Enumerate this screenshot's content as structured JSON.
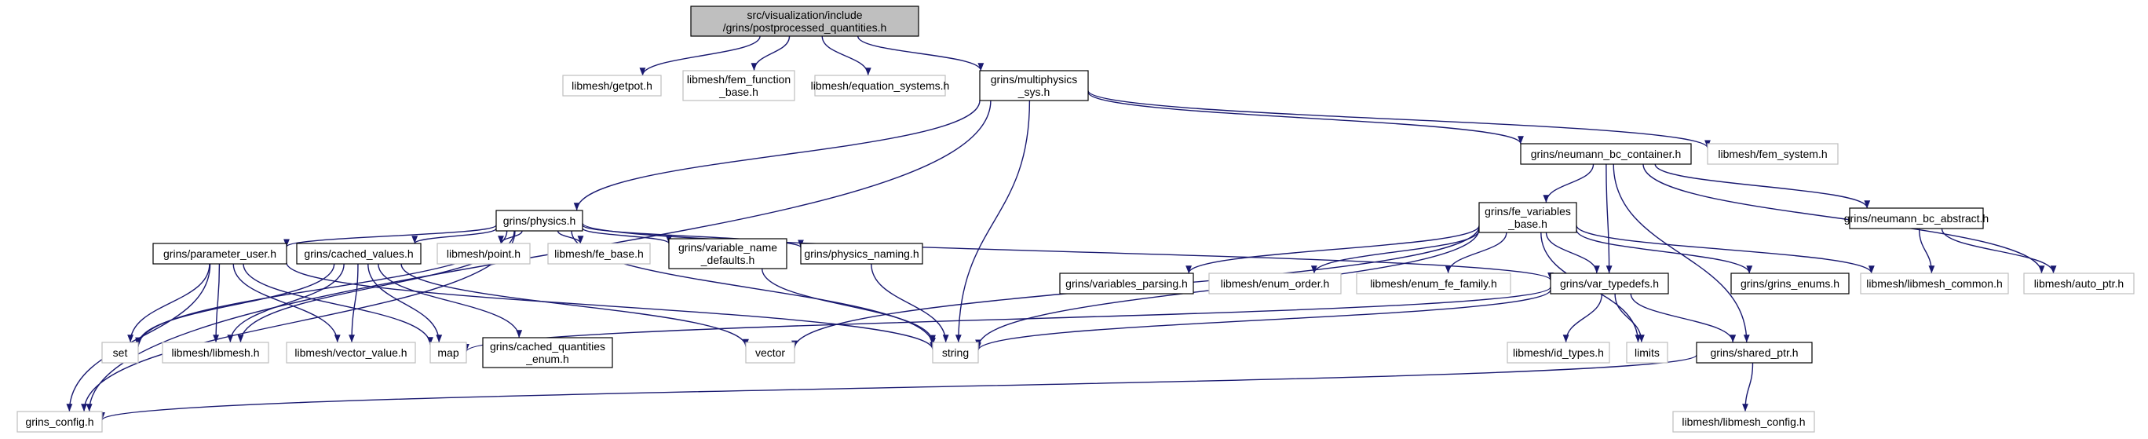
{
  "graph": {
    "title": "",
    "colors": {
      "edge": "#191970",
      "root_fill": "#bfbfbf",
      "local_stroke": "#000000",
      "external_stroke": "#bfbfbf",
      "external_text": "#404040"
    },
    "nodes": [
      {
        "id": "root",
        "lines": [
          "src/visualization/include",
          "/grins/postprocessed_quantities.h"
        ],
        "kind": "root"
      },
      {
        "id": "getpot",
        "lines": [
          "libmesh/getpot.h"
        ],
        "kind": "external"
      },
      {
        "id": "femfunc",
        "lines": [
          "libmesh/fem_function",
          "_base.h"
        ],
        "kind": "external"
      },
      {
        "id": "eqsys",
        "lines": [
          "libmesh/equation_systems.h"
        ],
        "kind": "external"
      },
      {
        "id": "mps",
        "lines": [
          "grins/multiphysics",
          "_sys.h"
        ],
        "kind": "local"
      },
      {
        "id": "nbcc",
        "lines": [
          "grins/neumann_bc_container.h"
        ],
        "kind": "local"
      },
      {
        "id": "femsys",
        "lines": [
          "libmesh/fem_system.h"
        ],
        "kind": "external"
      },
      {
        "id": "physics",
        "lines": [
          "grins/physics.h"
        ],
        "kind": "local"
      },
      {
        "id": "fevb",
        "lines": [
          "grins/fe_variables",
          "_base.h"
        ],
        "kind": "local"
      },
      {
        "id": "nbca",
        "lines": [
          "grins/neumann_bc_abstract.h"
        ],
        "kind": "local"
      },
      {
        "id": "puser",
        "lines": [
          "grins/parameter_user.h"
        ],
        "kind": "local"
      },
      {
        "id": "cvals",
        "lines": [
          "grins/cached_values.h"
        ],
        "kind": "local"
      },
      {
        "id": "point",
        "lines": [
          "libmesh/point.h"
        ],
        "kind": "external"
      },
      {
        "id": "febase",
        "lines": [
          "libmesh/fe_base.h"
        ],
        "kind": "external"
      },
      {
        "id": "vnd",
        "lines": [
          "grins/variable_name",
          "_defaults.h"
        ],
        "kind": "local"
      },
      {
        "id": "pnaming",
        "lines": [
          "grins/physics_naming.h"
        ],
        "kind": "local"
      },
      {
        "id": "vparse",
        "lines": [
          "grins/variables_parsing.h"
        ],
        "kind": "local"
      },
      {
        "id": "enumorder",
        "lines": [
          "libmesh/enum_order.h"
        ],
        "kind": "external"
      },
      {
        "id": "enumfefam",
        "lines": [
          "libmesh/enum_fe_family.h"
        ],
        "kind": "external"
      },
      {
        "id": "vtypedefs",
        "lines": [
          "grins/var_typedefs.h"
        ],
        "kind": "local"
      },
      {
        "id": "genums",
        "lines": [
          "grins/grins_enums.h"
        ],
        "kind": "local"
      },
      {
        "id": "lmcommon",
        "lines": [
          "libmesh/libmesh_common.h"
        ],
        "kind": "external"
      },
      {
        "id": "autoptr",
        "lines": [
          "libmesh/auto_ptr.h"
        ],
        "kind": "external"
      },
      {
        "id": "set",
        "lines": [
          "set"
        ],
        "kind": "external"
      },
      {
        "id": "libmesh",
        "lines": [
          "libmesh/libmesh.h"
        ],
        "kind": "external"
      },
      {
        "id": "vecval",
        "lines": [
          "libmesh/vector_value.h"
        ],
        "kind": "external"
      },
      {
        "id": "map",
        "lines": [
          "map"
        ],
        "kind": "external"
      },
      {
        "id": "cqenum",
        "lines": [
          "grins/cached_quantities",
          "_enum.h"
        ],
        "kind": "local"
      },
      {
        "id": "vector",
        "lines": [
          "vector"
        ],
        "kind": "external"
      },
      {
        "id": "string",
        "lines": [
          "string"
        ],
        "kind": "external"
      },
      {
        "id": "idtypes",
        "lines": [
          "libmesh/id_types.h"
        ],
        "kind": "external"
      },
      {
        "id": "limits",
        "lines": [
          "limits"
        ],
        "kind": "external"
      },
      {
        "id": "sharedptr",
        "lines": [
          "grins/shared_ptr.h"
        ],
        "kind": "local"
      },
      {
        "id": "gconfig",
        "lines": [
          "grins_config.h"
        ],
        "kind": "external"
      },
      {
        "id": "lmconfig",
        "lines": [
          "libmesh/libmesh_config.h"
        ],
        "kind": "external"
      }
    ],
    "edges": [
      [
        "root",
        "getpot"
      ],
      [
        "root",
        "femfunc"
      ],
      [
        "root",
        "eqsys"
      ],
      [
        "root",
        "mps"
      ],
      [
        "mps",
        "gconfig"
      ],
      [
        "mps",
        "physics"
      ],
      [
        "mps",
        "string"
      ],
      [
        "mps",
        "nbcc"
      ],
      [
        "mps",
        "femsys"
      ],
      [
        "nbcc",
        "fevb"
      ],
      [
        "nbcc",
        "vtypedefs"
      ],
      [
        "nbcc",
        "nbca"
      ],
      [
        "nbcc",
        "autoptr"
      ],
      [
        "nbcc",
        "sharedptr"
      ],
      [
        "nbca",
        "lmcommon"
      ],
      [
        "nbca",
        "autoptr"
      ],
      [
        "fevb",
        "vparse"
      ],
      [
        "fevb",
        "enumorder"
      ],
      [
        "fevb",
        "enumfefam"
      ],
      [
        "fevb",
        "vtypedefs"
      ],
      [
        "fevb",
        "genums"
      ],
      [
        "fevb",
        "lmcommon"
      ],
      [
        "fevb",
        "limits"
      ],
      [
        "fevb",
        "string"
      ],
      [
        "fevb",
        "vector"
      ],
      [
        "physics",
        "puser"
      ],
      [
        "physics",
        "cvals"
      ],
      [
        "physics",
        "point"
      ],
      [
        "physics",
        "febase"
      ],
      [
        "physics",
        "vnd"
      ],
      [
        "physics",
        "pnaming"
      ],
      [
        "physics",
        "vtypedefs"
      ],
      [
        "physics",
        "string"
      ],
      [
        "physics",
        "set"
      ],
      [
        "physics",
        "libmesh"
      ],
      [
        "physics",
        "gconfig"
      ],
      [
        "puser",
        "set"
      ],
      [
        "puser",
        "libmesh"
      ],
      [
        "puser",
        "vecval"
      ],
      [
        "puser",
        "map"
      ],
      [
        "puser",
        "string"
      ],
      [
        "puser",
        "gconfig"
      ],
      [
        "cvals",
        "set"
      ],
      [
        "cvals",
        "libmesh"
      ],
      [
        "cvals",
        "vecval"
      ],
      [
        "cvals",
        "map"
      ],
      [
        "cvals",
        "cqenum"
      ],
      [
        "cvals",
        "vector"
      ],
      [
        "vnd",
        "string"
      ],
      [
        "pnaming",
        "string"
      ],
      [
        "vtypedefs",
        "map"
      ],
      [
        "vtypedefs",
        "string"
      ],
      [
        "vtypedefs",
        "idtypes"
      ],
      [
        "vtypedefs",
        "limits"
      ],
      [
        "vtypedefs",
        "sharedptr"
      ],
      [
        "sharedptr",
        "gconfig"
      ],
      [
        "sharedptr",
        "lmconfig"
      ]
    ]
  }
}
